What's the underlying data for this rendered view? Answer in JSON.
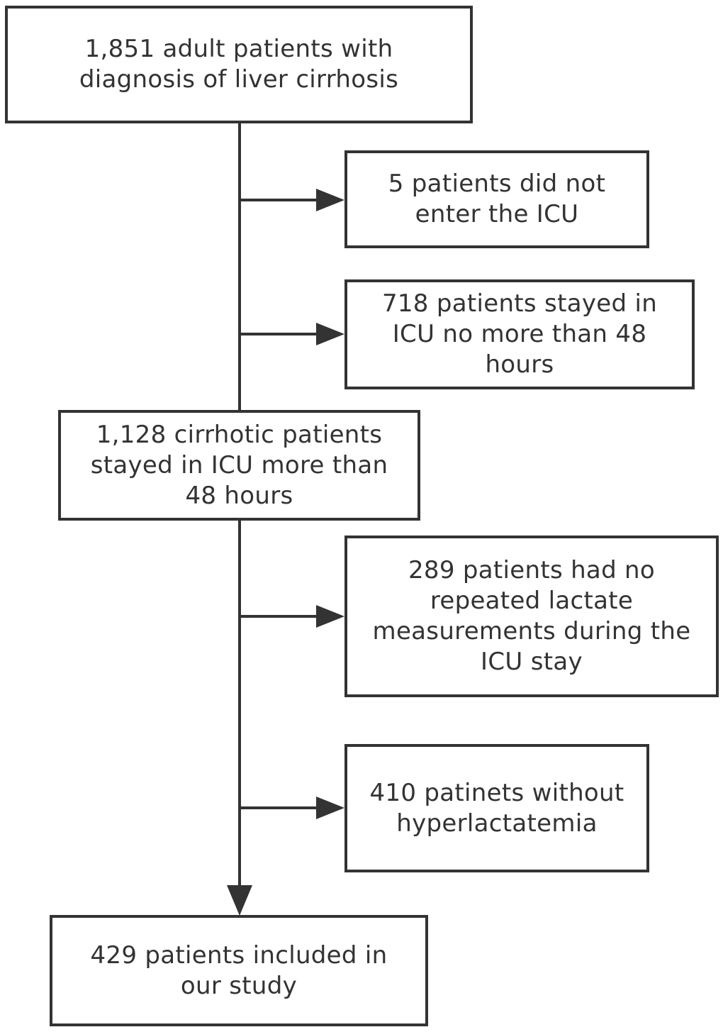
{
  "flowchart": {
    "start": {
      "text": "1,851 adult patients with\ndiagnosis of liver cirrhosis"
    },
    "exclusion_1": {
      "text": "5 patients did not\nenter the ICU"
    },
    "exclusion_2": {
      "text": "718 patients stayed in\nICU no more than 48\nhours"
    },
    "intermediate": {
      "text": "1,128 cirrhotic patients\nstayed in ICU more than\n48 hours"
    },
    "exclusion_3": {
      "text": "289 patients had no\nrepeated lactate\nmeasurements during the\nICU stay"
    },
    "exclusion_4": {
      "text": "410 patinets without\nhyperlactatemia"
    },
    "final": {
      "text": "429 patients included in\nour study"
    }
  },
  "colors": {
    "stroke": "#333333",
    "background": "#ffffff"
  }
}
